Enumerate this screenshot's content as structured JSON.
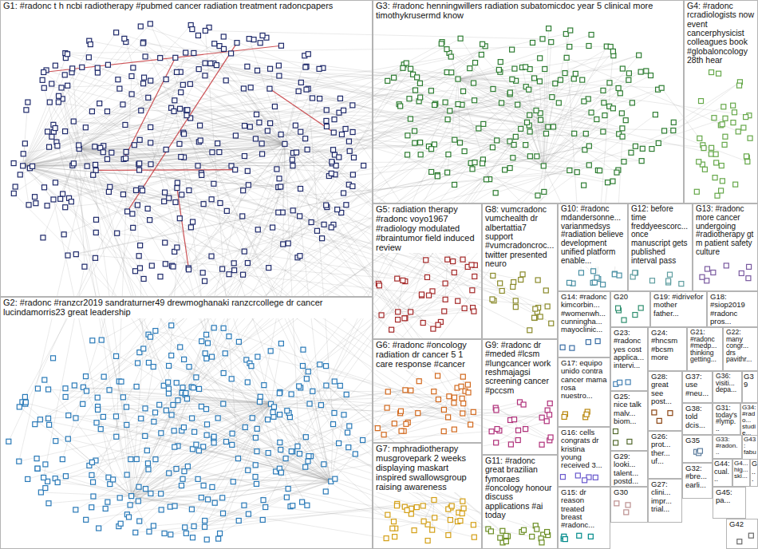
{
  "diagram": {
    "nodes": [
      {
        "text": [
          "G1: #radonc t h ncbi radiotherapy #pubmed cancer radiation treatment radoncpapers"
        ]
      },
      {
        "text": [
          "G3: #radonc henningwillers radiation subatomicdoc year 5 clinical more timothykrusermd know"
        ]
      },
      {
        "text": [
          "G4: #radonc rcradiologists now event cancerphysicist colleagues book #globaloncology 28th hear"
        ]
      },
      {
        "text": [
          "G2: #radonc #ranzcr2019 sandraturner49 drewmoghanaki ranzcrcollege dr cancer lucindamorris23 great leadership"
        ]
      },
      {
        "text": [
          "G5: radiation therapy #radonc voyo1967 #radiology modulated #braintumor field induced review"
        ]
      },
      {
        "text": [
          "G8: vumcradonc vumchealth dr albertattia7 support #vumcradoncroc... twitter presented neuro"
        ]
      },
      {
        "text": [
          "G10: #radonc mdandersonne... varianmedsys #radiation believe development unified platform enable..."
        ]
      },
      {
        "text": [
          "G12: before time freddyeescorc... once manuscript gets published interval pass"
        ]
      },
      {
        "text": [
          "G13: #radonc more cancer undergoing #radiotherapy gt m patient safety culture"
        ]
      },
      {
        "text": [
          "G6: #radonc #oncology radiation dr cancer 5 1 care response #cancer"
        ]
      },
      {
        "text": [
          "G7: mphradiotherapy musgrovepark 2 weeks displaying maskart inspired swallowsgroup raising awareness"
        ]
      },
      {
        "text": [
          "G9: #radonc dr #meded #lcsm #lungcancer work reshmajagsi screening cancer #pccsm"
        ]
      },
      {
        "text": [
          "G11: #radonc great brazilian fymoraes #oncology honour discuss applications #ai today"
        ]
      },
      {
        "text": [
          "G14: #radonc kimcorbin... #womenwh... cunningha... mayoclinic..."
        ]
      },
      {
        "text": [
          "G20"
        ]
      },
      {
        "text": [
          "G19: #idrivefor mother father..."
        ]
      },
      {
        "text": [
          "G18: #siop2019 #radonc pros..."
        ]
      },
      {
        "text": [
          "G17: equipo unido contra cancer mama rosa nuestro..."
        ]
      },
      {
        "text": [
          "G23: #radonc yes cost applica... intervi..."
        ]
      },
      {
        "text": [
          "G24: #hncsm #bcsm more"
        ]
      },
      {
        "text": [
          "G21: #radonc #medp... thinking getting..."
        ]
      },
      {
        "text": [
          "G22: many congr... drs pavithr..."
        ]
      },
      {
        "text": [
          "G16: cells congrats dr kristina young received 3..."
        ]
      },
      {
        "text": [
          "G15: dr reason treated breast #radonc..."
        ]
      },
      {
        "text": [
          "G25: nice talk malv... biom..."
        ]
      },
      {
        "text": [
          "G28: great see post..."
        ]
      },
      {
        "text": [
          "G37: use #neu..."
        ]
      },
      {
        "text": [
          "G36: visiti... depa..."
        ]
      },
      {
        "text": [
          "G39"
        ]
      },
      {
        "text": [
          "G38: told dcis..."
        ]
      },
      {
        "text": [
          "G31: today's #lymp..."
        ]
      },
      {
        "text": [
          "G34: #rado... studie..."
        ]
      },
      {
        "text": [
          "G29: looki... talent... postd..."
        ]
      },
      {
        "text": [
          "G26: prot... ther... uf..."
        ]
      },
      {
        "text": [
          "G35"
        ]
      },
      {
        "text": [
          "G33: #radon..."
        ]
      },
      {
        "text": [
          "G43: fabu..."
        ]
      },
      {
        "text": [
          "G30"
        ]
      },
      {
        "text": [
          "G27: clini... impr... trial..."
        ]
      },
      {
        "text": [
          "G32: #bre... earli..."
        ]
      },
      {
        "text": [
          "G44: cual..."
        ]
      },
      {
        "text": [
          "G4... hig... ski..."
        ]
      },
      {
        "text": [
          "G..."
        ]
      },
      {
        "text": [
          "G45: pa..."
        ]
      },
      {
        "text": [
          "G42"
        ]
      }
    ]
  }
}
